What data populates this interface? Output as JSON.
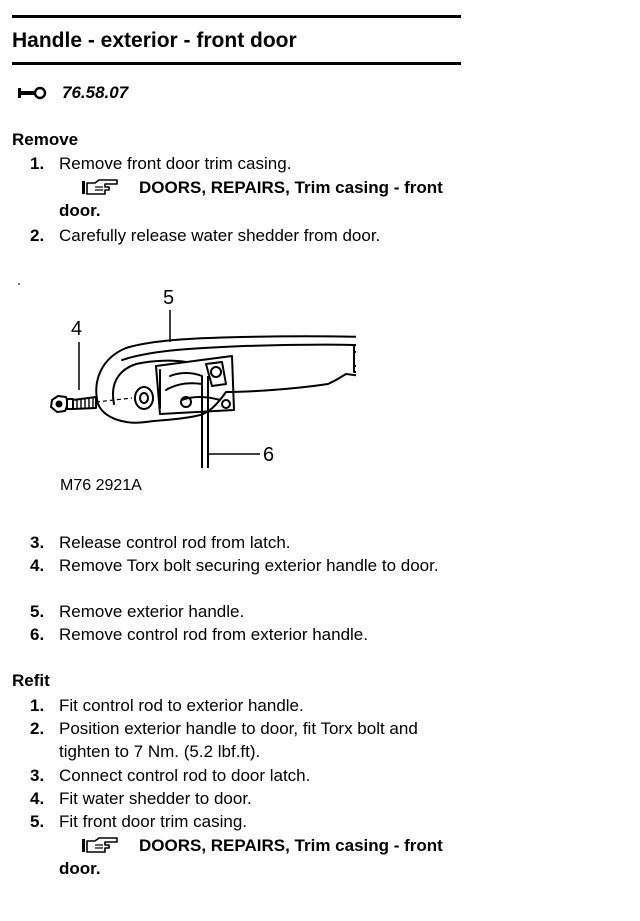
{
  "page": {
    "title": "Handle - exterior - front door",
    "operation_code": "76.58.07",
    "icons": {
      "operation": "wrench-icon",
      "reference": "pointing-hand-icon"
    }
  },
  "remove": {
    "heading": "Remove",
    "steps": [
      {
        "num": "1.",
        "text": "Remove front door trim casing."
      },
      {
        "num": "2.",
        "text": "Carefully release water shedder from door."
      },
      {
        "num": "3.",
        "text": "Release control rod from  latch."
      },
      {
        "num": "4.",
        "text": "Remove Torx bolt securing exterior handle to door."
      },
      {
        "num": "5.",
        "text": "Remove exterior handle."
      },
      {
        "num": "6.",
        "text": "Remove control rod from exterior handle."
      }
    ],
    "reference": "DOORS, REPAIRS, Trim casing - front door."
  },
  "figure": {
    "callouts": [
      "4",
      "5",
      "6"
    ],
    "caption": "M76 2921A"
  },
  "refit": {
    "heading": "Refit",
    "steps": [
      {
        "num": "1.",
        "text": "Fit control rod to exterior handle."
      },
      {
        "num": "2.",
        "text": "Position  exterior handle  to door,  fit  Torx bolt and tighten to 7 Nm. (5.2 lbf.ft)."
      },
      {
        "num": "3.",
        "text": "Connect control rod to door latch."
      },
      {
        "num": "4.",
        "text": "Fit water shedder to door."
      },
      {
        "num": "5.",
        "text": "Fit front door trim casing."
      }
    ],
    "reference": "DOORS, REPAIRS, Trim casing - front door."
  }
}
